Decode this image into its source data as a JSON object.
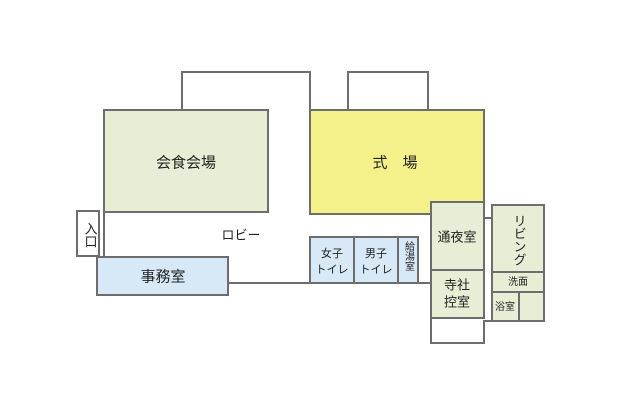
{
  "colors": {
    "wall": "#6d6d6d",
    "background": "#ffffff",
    "banquet_hall": "#e8eed6",
    "ceremony_hall": "#f5f18a",
    "office": "#d7e9f7",
    "restroom": "#d7e9f7",
    "family_rooms": "#e8eed6"
  },
  "rooms": {
    "entrance": "入口",
    "banquet_hall": "会食会場",
    "ceremony_hall": "式　場",
    "lobby": "ロビー",
    "office": "事務室",
    "womens_restroom_1": "女子",
    "womens_restroom_2": "トイレ",
    "mens_restroom_1": "男子",
    "mens_restroom_2": "トイレ",
    "kitchenette": "給湯室",
    "wake_room": "通夜室",
    "temple_room_1": "寺社",
    "temple_room_2": "控室",
    "living": "リビング",
    "washroom": "洗面",
    "bathroom": "浴室"
  }
}
